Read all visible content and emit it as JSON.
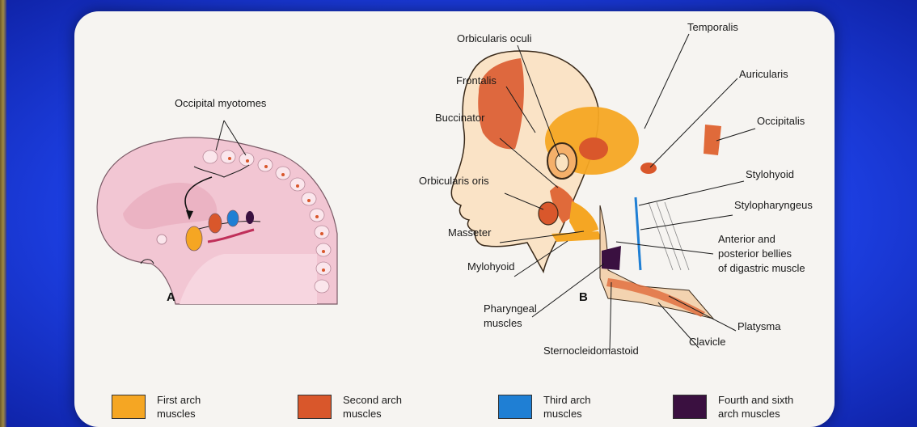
{
  "labels_a": {
    "occipital_myotomes": "Occipital myotomes",
    "panel": "A"
  },
  "labels_b": {
    "panel": "B",
    "temporalis": "Temporalis",
    "orbicularis_oculi": "Orbicularis oculi",
    "frontalis": "Frontalis",
    "auricularis": "Auricularis",
    "occipitalis": "Occipitalis",
    "buccinator": "Buccinator",
    "stylohyoid": "Stylohyoid",
    "orbicularis_oris": "Orbicularis oris",
    "stylopharyngeus": "Stylopharyngeus",
    "masseter": "Masseter",
    "digastric_1": "Anterior and",
    "digastric_2": "posterior bellies",
    "digastric_3": "of digastric muscle",
    "mylohyoid": "Mylohyoid",
    "pharyngeal_1": "Pharyngeal",
    "pharyngeal_2": "muscles",
    "platysma": "Platysma",
    "clavicle": "Clavicle",
    "sternocleidomastoid": "Sternocleidomastoid"
  },
  "legend": [
    {
      "label": "First arch\nmuscles",
      "color": "#f5a623"
    },
    {
      "label": "Second arch\nmuscles",
      "color": "#d9572b"
    },
    {
      "label": "Third arch\nmuscles",
      "color": "#1f7fd4"
    },
    {
      "label": "Fourth and sixth\narch muscles",
      "color": "#3a1040"
    }
  ]
}
